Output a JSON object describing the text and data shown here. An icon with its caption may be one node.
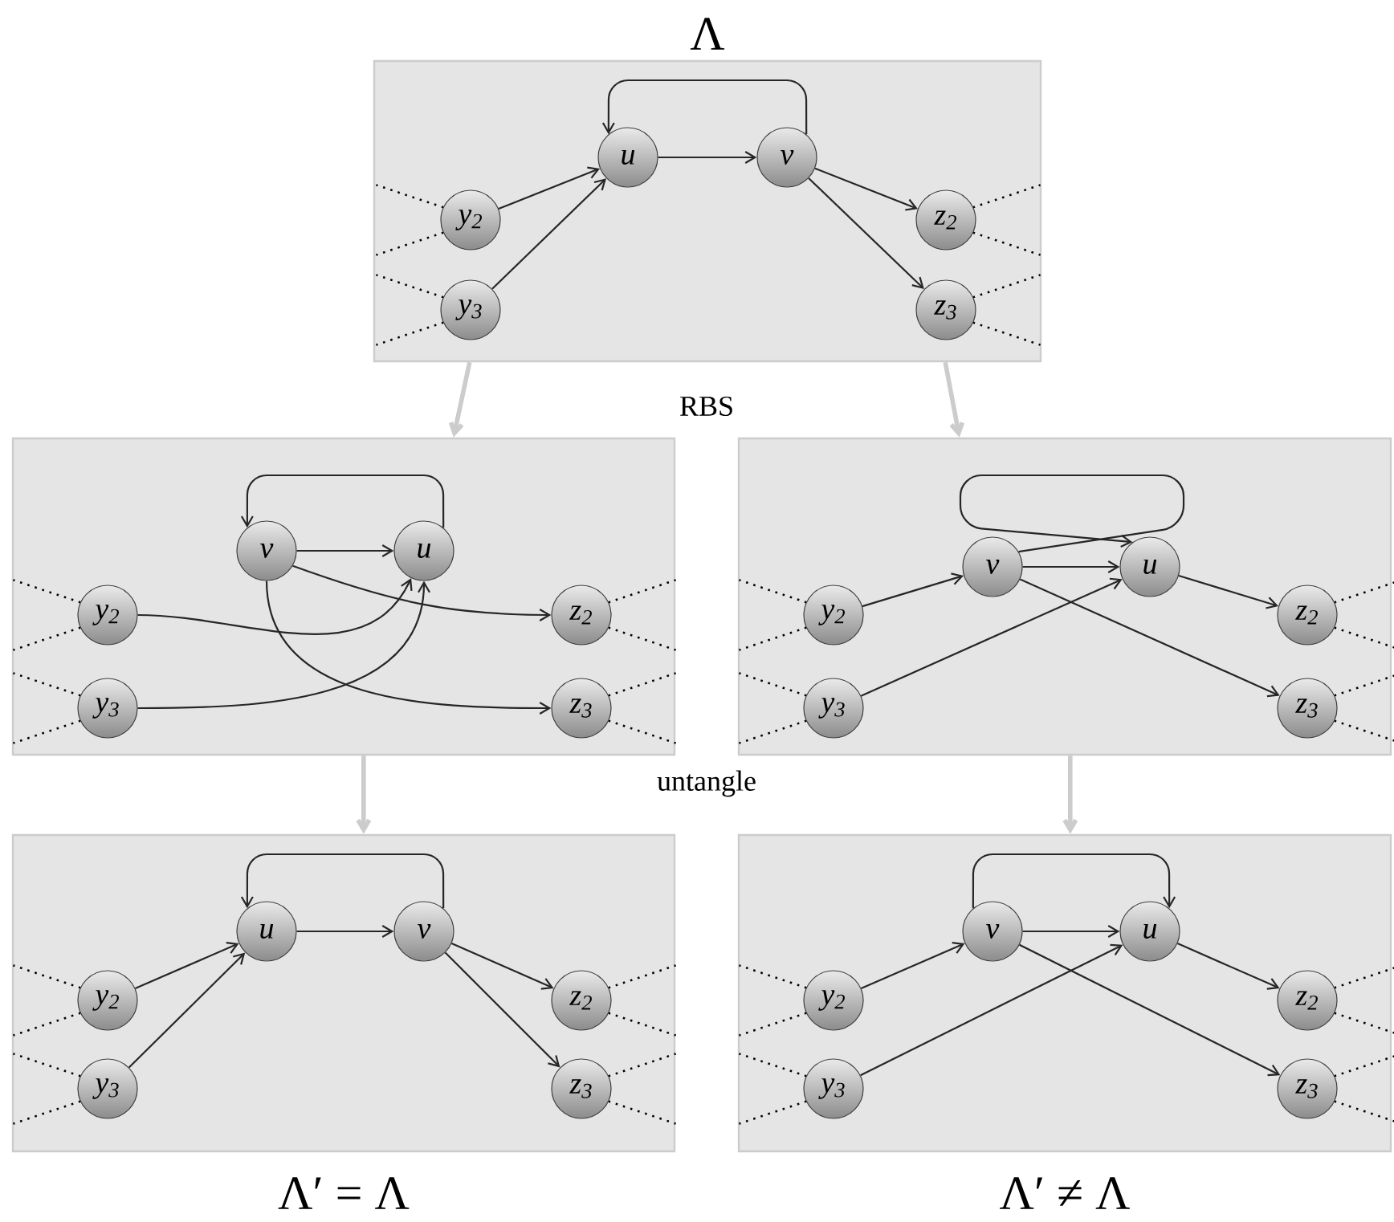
{
  "diagram": {
    "nodes": [
      {
        "text": [
          "Λ"
        ]
      },
      {
        "text": [
          "u"
        ],
        "in": 0
      },
      {
        "text": [
          "v"
        ],
        "in": 0
      },
      {
        "text": [
          "y$_{2}$"
        ],
        "in": 0
      },
      {
        "text": [
          "y$_{3}$"
        ],
        "in": 0
      },
      {
        "text": [
          "z$_{2}$"
        ],
        "in": 0
      },
      {
        "text": [
          "z$_{3}$"
        ],
        "in": 0
      },
      {
        "text": [],
        "shape": "box"
      },
      {
        "text": [
          "v"
        ],
        "in": 7
      },
      {
        "text": [
          "u"
        ],
        "in": 7
      },
      {
        "text": [
          "y$_{2}$"
        ],
        "in": 7
      },
      {
        "text": [
          "y$_{3}$"
        ],
        "in": 7
      },
      {
        "text": [
          "z$_{2}$"
        ],
        "in": 7
      },
      {
        "text": [
          "z$_{3}$"
        ],
        "in": 7
      },
      {
        "text": [],
        "shape": "box"
      },
      {
        "text": [
          "v"
        ],
        "in": 14
      },
      {
        "text": [
          "u"
        ],
        "in": 14
      },
      {
        "text": [
          "y$_{2}$"
        ],
        "in": 14
      },
      {
        "text": [
          "y$_{3}$"
        ],
        "in": 14
      },
      {
        "text": [
          "z$_{2}$"
        ],
        "in": 14
      },
      {
        "text": [
          "z$_{3}$"
        ],
        "in": 14
      },
      {
        "text": [
          "Λ′ = Λ"
        ]
      },
      {
        "text": [
          "u"
        ],
        "in": 21
      },
      {
        "text": [
          "v"
        ],
        "in": 21
      },
      {
        "text": [
          "y$_{2}$"
        ],
        "in": 21
      },
      {
        "text": [
          "y$_{3}$"
        ],
        "in": 21
      },
      {
        "text": [
          "z$_{2}$"
        ],
        "in": 21
      },
      {
        "text": [
          "z$_{3}$"
        ],
        "in": 21
      },
      {
        "text": [
          "Λ′ ≠ Λ"
        ]
      },
      {
        "text": [
          "v"
        ],
        "in": 28
      },
      {
        "text": [
          "u"
        ],
        "in": 28
      },
      {
        "text": [
          "y$_{2}$"
        ],
        "in": 28
      },
      {
        "text": [
          "y$_{3}$"
        ],
        "in": 28
      },
      {
        "text": [
          "z$_{2}$"
        ],
        "in": 28
      },
      {
        "text": [
          "z$_{3}$"
        ],
        "in": 28
      }
    ],
    "edges": [
      {
        "from": 1,
        "to": 2,
        "arrow": "to"
      },
      {
        "from": 2,
        "to": 1,
        "arrow": "to"
      },
      {
        "from": 3,
        "to": 1,
        "arrow": "to"
      },
      {
        "from": 4,
        "to": 1,
        "arrow": "to"
      },
      {
        "from": 2,
        "to": 5,
        "arrow": "to"
      },
      {
        "from": 2,
        "to": 6,
        "arrow": "to"
      },
      {
        "from": 8,
        "to": 9,
        "arrow": "to"
      },
      {
        "from": 9,
        "to": 8,
        "arrow": "to"
      },
      {
        "from": 10,
        "to": 9,
        "arrow": "to"
      },
      {
        "from": 11,
        "to": 9,
        "arrow": "to"
      },
      {
        "from": 8,
        "to": 12,
        "arrow": "to"
      },
      {
        "from": 8,
        "to": 13,
        "arrow": "to"
      },
      {
        "from": 15,
        "to": 16,
        "arrow": "to"
      },
      {
        "from": 15,
        "to": 16,
        "arrow": "to"
      },
      {
        "from": 17,
        "to": 15,
        "arrow": "to"
      },
      {
        "from": 18,
        "to": 16,
        "arrow": "to"
      },
      {
        "from": 16,
        "to": 19,
        "arrow": "to"
      },
      {
        "from": 15,
        "to": 20,
        "arrow": "to"
      },
      {
        "from": 22,
        "to": 23,
        "arrow": "to"
      },
      {
        "from": 23,
        "to": 22,
        "arrow": "to"
      },
      {
        "from": 24,
        "to": 22,
        "arrow": "to"
      },
      {
        "from": 25,
        "to": 22,
        "arrow": "to"
      },
      {
        "from": 23,
        "to": 26,
        "arrow": "to"
      },
      {
        "from": 23,
        "to": 27,
        "arrow": "to"
      },
      {
        "from": 29,
        "to": 30,
        "arrow": "to"
      },
      {
        "from": 29,
        "to": 30,
        "arrow": "to"
      },
      {
        "from": 31,
        "to": 29,
        "arrow": "to"
      },
      {
        "from": 32,
        "to": 30,
        "arrow": "to"
      },
      {
        "from": 30,
        "to": 33,
        "arrow": "to"
      },
      {
        "from": 29,
        "to": 34,
        "arrow": "to"
      },
      {
        "from": 0,
        "to": 7,
        "arrow": "to",
        "style": "thick",
        "color": "#cccccc"
      },
      {
        "from": 0,
        "to": 14,
        "arrow": "to",
        "style": "thick",
        "color": "#cccccc"
      },
      {
        "from": 7,
        "to": 21,
        "arrow": "to",
        "style": "thick",
        "color": "#cccccc"
      },
      {
        "from": 14,
        "to": 28,
        "arrow": "to",
        "style": "thick",
        "color": "#cccccc"
      }
    ],
    "labels": [
      "RBS",
      "untangle"
    ]
  }
}
